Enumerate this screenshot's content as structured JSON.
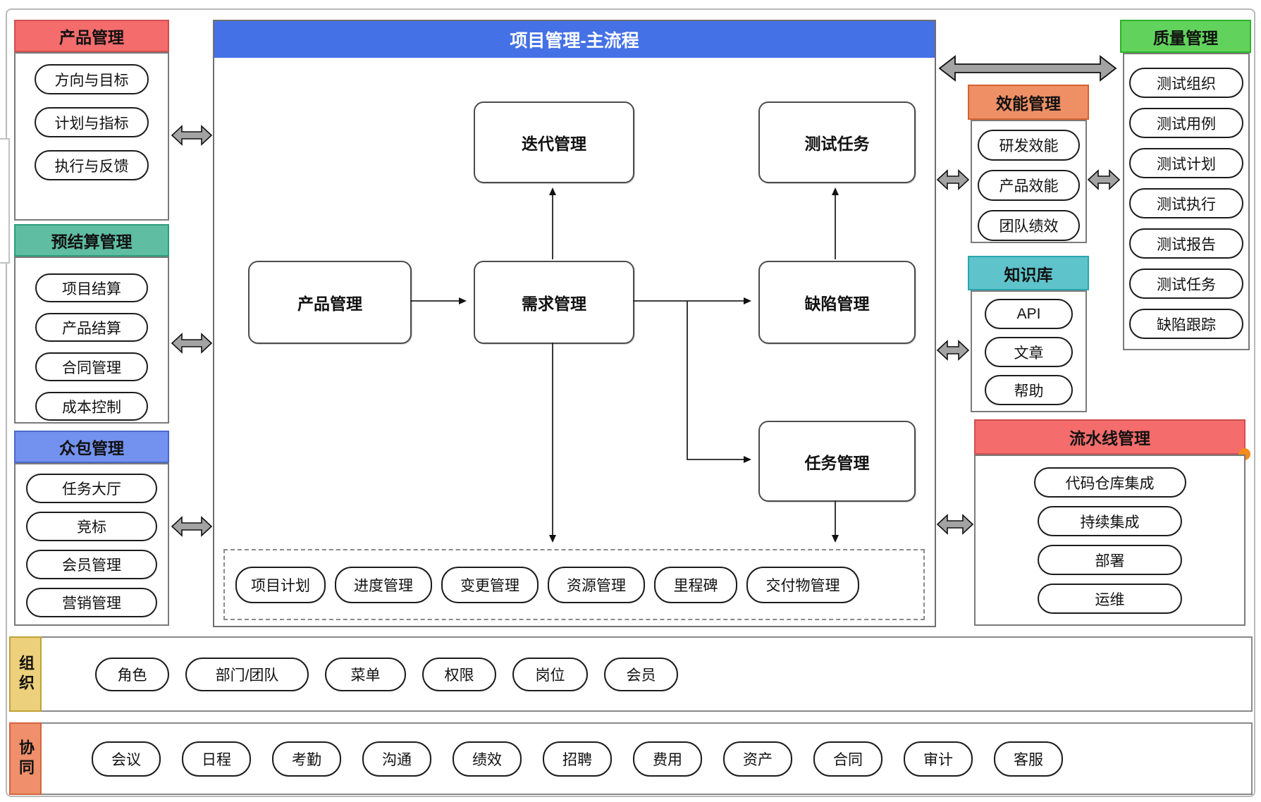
{
  "left_sections": [
    {
      "title": "产品管理",
      "color": "#f46c6c",
      "border": "#d05050",
      "items": [
        "方向与目标",
        "计划与指标",
        "执行与反馈"
      ]
    },
    {
      "title": "预结算管理",
      "color": "#5fbda1",
      "border": "#2e9d7d",
      "items": [
        "项目结算",
        "产品结算",
        "合同管理",
        "成本控制"
      ]
    },
    {
      "title": "众包管理",
      "color": "#7391ee",
      "border": "#4968cc",
      "items": [
        "任务大厅",
        "竞标",
        "会员管理",
        "营销管理"
      ]
    }
  ],
  "main_flow": {
    "title": "项目管理-主流程",
    "header_color": "#4471e6",
    "nodes": {
      "iteration": "迭代管理",
      "test_task": "测试任务",
      "product": "产品管理",
      "requirement": "需求管理",
      "defect": "缺陷管理",
      "task": "任务管理"
    },
    "sub_items": [
      "项目计划",
      "进度管理",
      "变更管理",
      "资源管理",
      "里程碑",
      "交付物管理"
    ]
  },
  "right_sections": [
    {
      "title": "效能管理",
      "color": "#ee8f66",
      "border": "#d4622f",
      "items": [
        "研发效能",
        "产品效能",
        "团队绩效"
      ]
    },
    {
      "title": "知识库",
      "color": "#5ec3cb",
      "border": "#2ba6b0",
      "items": [
        "API",
        "文章",
        "帮助"
      ]
    },
    {
      "title": "质量管理",
      "color": "#61d35c",
      "border": "#2eb32a",
      "items": [
        "测试组织",
        "测试用例",
        "测试计划",
        "测试执行",
        "测试报告",
        "测试任务",
        "缺陷跟踪"
      ]
    },
    {
      "title": "流水线管理",
      "color": "#f46c6c",
      "border": "#d05050",
      "dot_color": "#f28a1d",
      "items": [
        "代码仓库集成",
        "持续集成",
        "部署",
        "运维"
      ]
    }
  ],
  "bottom_rows": [
    {
      "label": "组织",
      "color": "#edd07b",
      "border": "#bfa236",
      "items": [
        "角色",
        "部门/团队",
        "菜单",
        "权限",
        "岗位",
        "会员"
      ]
    },
    {
      "label": "协同",
      "color": "#ef8f6c",
      "border": "#d2663d",
      "items": [
        "会议",
        "日程",
        "考勤",
        "沟通",
        "绩效",
        "招聘",
        "费用",
        "资产",
        "合同",
        "审计",
        "客服"
      ]
    }
  ]
}
